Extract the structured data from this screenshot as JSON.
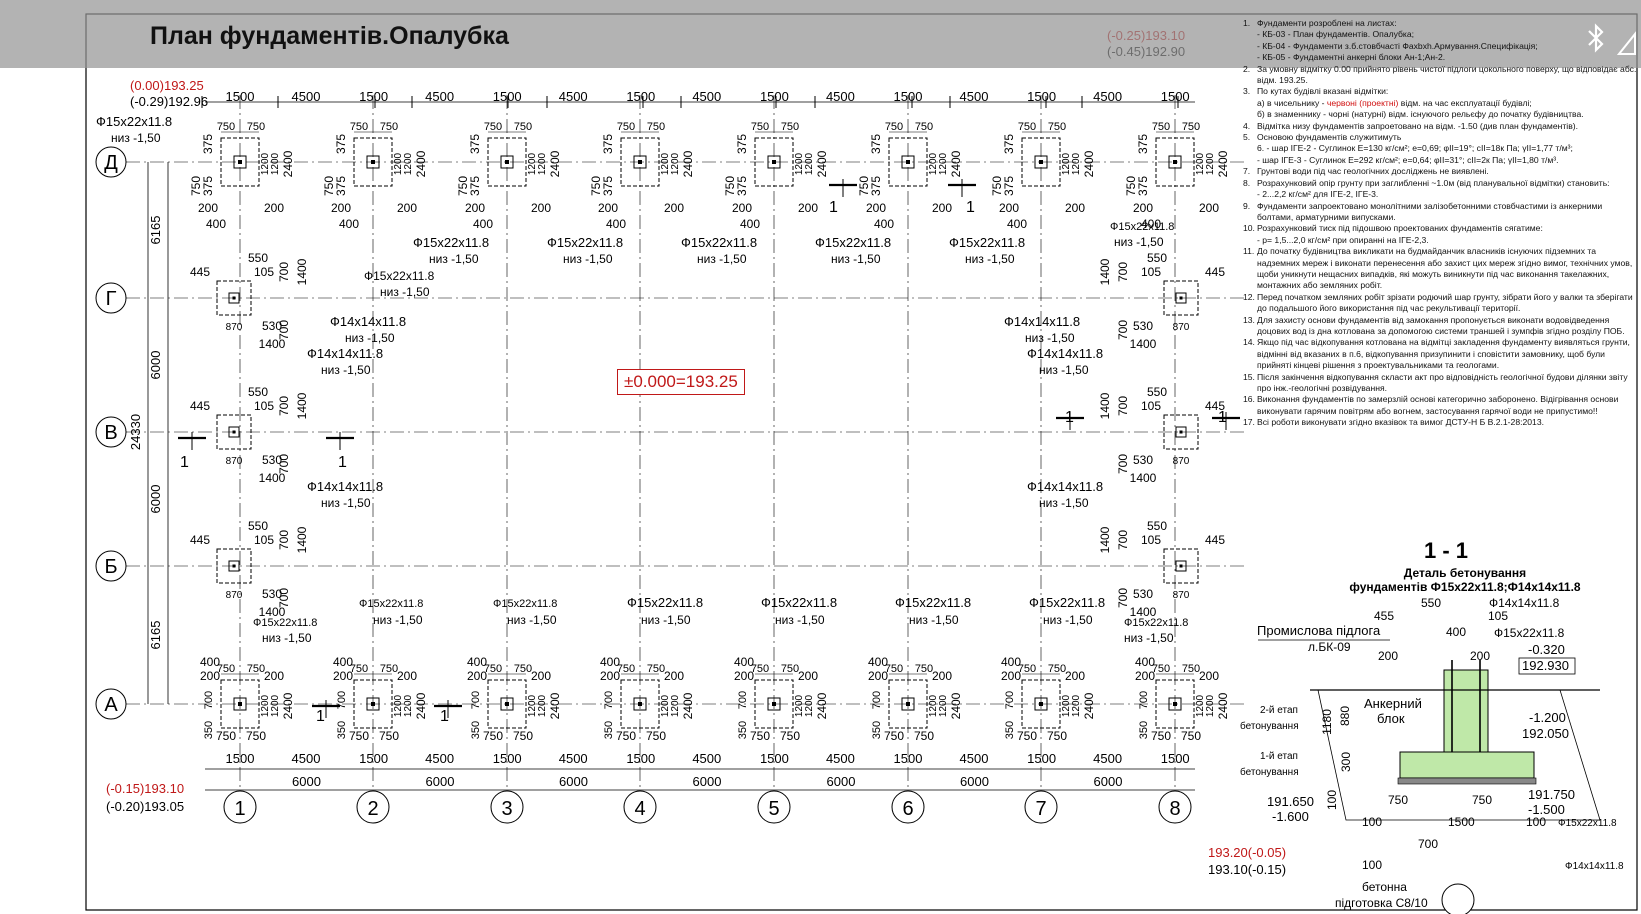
{
  "header": {
    "title": "План фундаментів.Опалубка"
  },
  "icons": {
    "bluetooth": "bluetooth-icon",
    "corner": "signal-icon"
  },
  "plan": {
    "axes_letters": [
      "Д",
      "Г",
      "В",
      "Б",
      "А"
    ],
    "axes_numbers": [
      "1",
      "2",
      "3",
      "4",
      "5",
      "6",
      "7",
      "8"
    ],
    "span_dims": [
      "6000",
      "6000",
      "6000",
      "6000",
      "6000",
      "6000",
      "6000"
    ],
    "row_dims_top": [
      "1500",
      "4500",
      "1500",
      "4500",
      "1500",
      "4500",
      "1500",
      "4500",
      "1500",
      "4500",
      "1500",
      "4500",
      "1500",
      "4500",
      "1500"
    ],
    "side_dims": [
      "6165",
      "6000",
      "6000",
      "6165"
    ],
    "total_dim": "24330",
    "zero_elev": "±0.000=193.25",
    "elev_top_left_red": "(0.00)193.25",
    "elev_top_left_black": "(-0.29)192.96",
    "elev_top_right_red": "(-0.25)193.10",
    "elev_top_right_black": "(-0.45)192.90",
    "elev_bottom_left_red": "(-0.15)193.10",
    "elev_bottom_left_black": "(-0.20)193.05",
    "elev_bottom_right_red": "193.20(-0.05)",
    "elev_bottom_right_black": "193.10(-0.15)",
    "fnd_big": "Ф15х22х11.8",
    "fnd_small": "Ф14х14х11.8",
    "low_mark": "низ -1,50",
    "section_mark": "1",
    "dims": {
      "d750": "750",
      "d375": "375",
      "d1200": "1200",
      "d2400": "2400",
      "d200": "200",
      "d400": "400",
      "d445": "445",
      "d550": "550",
      "d105": "105",
      "d1400": "1400",
      "d870": "870",
      "d530": "530",
      "d700": "700",
      "d350": "350",
      "d1500": "1500",
      "d4500": "4500"
    }
  },
  "notes": [
    {
      "n": "1.",
      "t": "Фундаменти розроблені на листах:"
    },
    {
      "n": "",
      "t": "- КБ-03 - План фундаментів. Опалубка;"
    },
    {
      "n": "",
      "t": "- КБ-04 - Фундаменти з.б.стовбчасті Фaxbxh.Армування.Специфікація;"
    },
    {
      "n": "",
      "t": "- КБ-05 - Фундаментні анкерні блоки Ан-1;Ан-2."
    },
    {
      "n": "2.",
      "t": "За умовну відмітку 0.00 прийнято рівень чистої підлоги цокольного поверху, що відповідає абс. відм. 193.25."
    },
    {
      "n": "3.",
      "t": "По кутах будівлі вказані відмітки:"
    },
    {
      "n": "",
      "t": "а) в чисельнику - ",
      "red": "червоні (проектні)",
      "t2": " відм. на час експлуатації будівлі;"
    },
    {
      "n": "",
      "t": "б) в знаменнику - чорні (натурні) відм. існуючого рельєфу до початку будівництва."
    },
    {
      "n": "4.",
      "t": "Відмітка низу фундаментів запроетовано на відм. -1.50 (див план фундаментів)."
    },
    {
      "n": "5.",
      "t": "Основою фундаментів служитимуть"
    },
    {
      "n": "",
      "t": "6. - шар ІГЕ-2 - Суглинок  E=130 кг/см²; e=0,69; φII=19°; cII=18к Па; γII=1,77 т/м³;"
    },
    {
      "n": "",
      "t": "- шар ІГЕ-3 - Суглинок  E=292 кг/см²; e=0,64; φII=31°; cII=2к Па; γII=1,80 т/м³."
    },
    {
      "n": "7.",
      "t": "Грунтові води під час геологічних досліджень не виявлені."
    },
    {
      "n": "8.",
      "t": "Розрахунковий опір грунту при заглибленні ~1.0м (від планувальної відмітки) становить:"
    },
    {
      "n": "",
      "t": "- 2...2,2 кг/см² для ІГЕ-2, ІГЕ-3."
    },
    {
      "n": "9.",
      "t": "Фундаменти запроектовано монолітними залізобетонними стовбчастими із анкерними болтами, арматурними випусками."
    },
    {
      "n": "10.",
      "t": "Розрахунковий тиск під підошвою проектованих фундаментів сягатиме:"
    },
    {
      "n": "",
      "t": "- p= 1,5...2,0 кг/см² при опиранні на ІГЕ-2,3."
    },
    {
      "n": "11.",
      "t": "До початку будівництва викликати на будмайданчик власників існуючих підземних та надземних мереж і виконати перенесення або захист цих мереж згідно вимог, технічних умов, щоби уникнути нещасних випадків, які можуть виникнути під час виконання такелажних, монтажних або земляних робіт."
    },
    {
      "n": "12.",
      "t": "Перед початком земляних робіт зрізати родючий шар грунту, зібрати його у валки та зберігати до подальшого його використання під час рекультивації території."
    },
    {
      "n": "13.",
      "t": "Для захисту основи фундаментів від замокання пропонується виконати водовідведення доцових вод із дна котлована за допомогою системи траншей і зумпфів згідно розділу ПОБ."
    },
    {
      "n": "14.",
      "t": "Якщо під час відкопування котлована на відмітці закладення фундаменту виявляться грунти, відмінні від вказаних в п.6, відкопування призупинити і сповістити замовнику, щоб були прийняті кінцеві рішення з проектувальниками та геологами."
    },
    {
      "n": "15.",
      "t": "Після закінчення відкопування скласти акт про відповідність геологічної будови ділянки звіту про інж.-геологічні розвідування."
    },
    {
      "n": "16.",
      "t": "Виконання фундаментів по замерзлій основі категорично заборонено. Відігрівання основи виконувати гарячим повітрям або вогнем, застосування гарячої води не припустимо!!"
    },
    {
      "n": "17.",
      "t": "Всі роботи виконувати згідно вказівок та вимог ДСТУ-Н Б В.2.1-28:2013."
    }
  ],
  "section": {
    "title": "1 - 1",
    "subtitle1": "Деталь бетонування",
    "subtitle2": "фундаментів Ф15х22х11.8;Ф14х14х11.8",
    "floor_label": "Промислова підлога",
    "floor_ref": "л.БК-09",
    "anchor1": "Анкерний",
    "anchor2": "блок",
    "stage2a": "2-й етап",
    "stage2b": "бетонування",
    "stage1a": "1-й етап",
    "stage1b": "бетонування",
    "prep1": "бетонна",
    "prep2": "підготовка С8/10",
    "e_minus0320": "-0.320",
    "e_192930": "192.930",
    "e_minus1200": "-1.200",
    "e_192050": "192.050",
    "e_191750": "191.750",
    "e_minus1500": "-1.500",
    "e_191650": "191.650",
    "e_minus1600": "-1.600",
    "d455": "455",
    "d550": "550",
    "d105": "105",
    "d400": "400",
    "d200": "200",
    "d880": "880",
    "d1180": "1180",
    "d300": "300",
    "d100": "100",
    "d750": "750",
    "d1500": "1500",
    "d700": "700",
    "f_small": "Ф14х14х11.8",
    "f_big": "Ф15х22х11.8"
  }
}
